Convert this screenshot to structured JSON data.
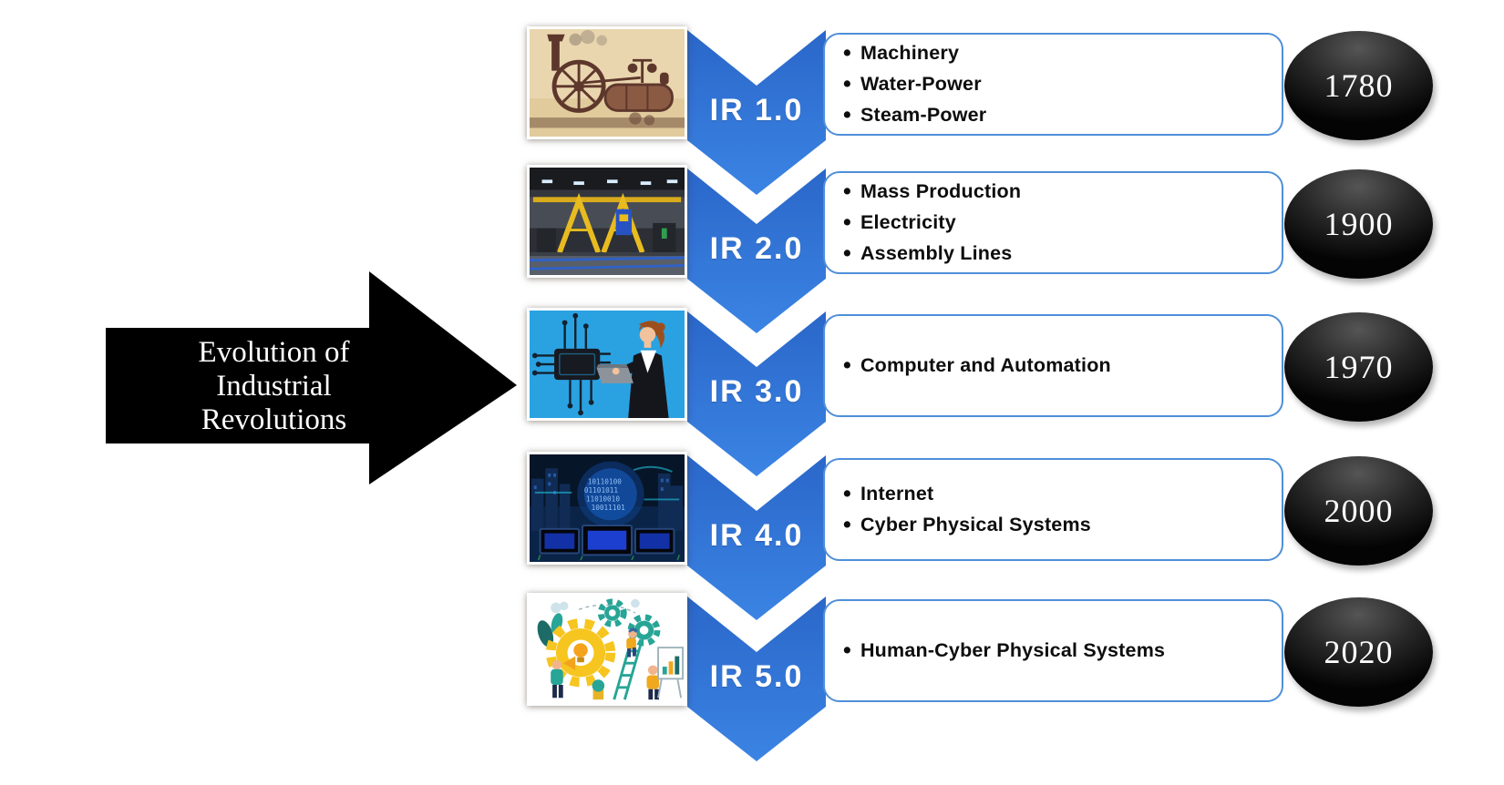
{
  "diagram": {
    "title": {
      "lines": [
        "Evolution of",
        "Industrial",
        "Revolutions"
      ]
    },
    "rows": [
      {
        "label": "IR 1.0",
        "year": "1780",
        "image": "steam-engine",
        "bullets": [
          "Machinery",
          "Water-Power",
          "Steam-Power"
        ]
      },
      {
        "label": "IR 2.0",
        "year": "1900",
        "image": "factory-assembly",
        "bullets": [
          "Mass Production",
          "Electricity",
          "Assembly Lines"
        ]
      },
      {
        "label": "IR 3.0",
        "year": "1970",
        "image": "computer-automation",
        "bullets": [
          "Computer and Automation"
        ]
      },
      {
        "label": "IR 4.0",
        "year": "2000",
        "image": "internet-cyber",
        "bullets": [
          "Internet",
          "Cyber Physical Systems"
        ]
      },
      {
        "label": "IR 5.0",
        "year": "2020",
        "image": "human-cyber",
        "bullets": [
          "Human-Cyber Physical Systems"
        ]
      }
    ]
  },
  "colors": {
    "chevron_blue_top": "#2a67c9",
    "chevron_blue_bottom": "#3b84e4",
    "box_border_blue": "#4f8fd9",
    "arrow_black": "#000000",
    "badge_black": "#040404",
    "text_white": "#ffffff",
    "bullet_text": "#0d0d0d"
  }
}
